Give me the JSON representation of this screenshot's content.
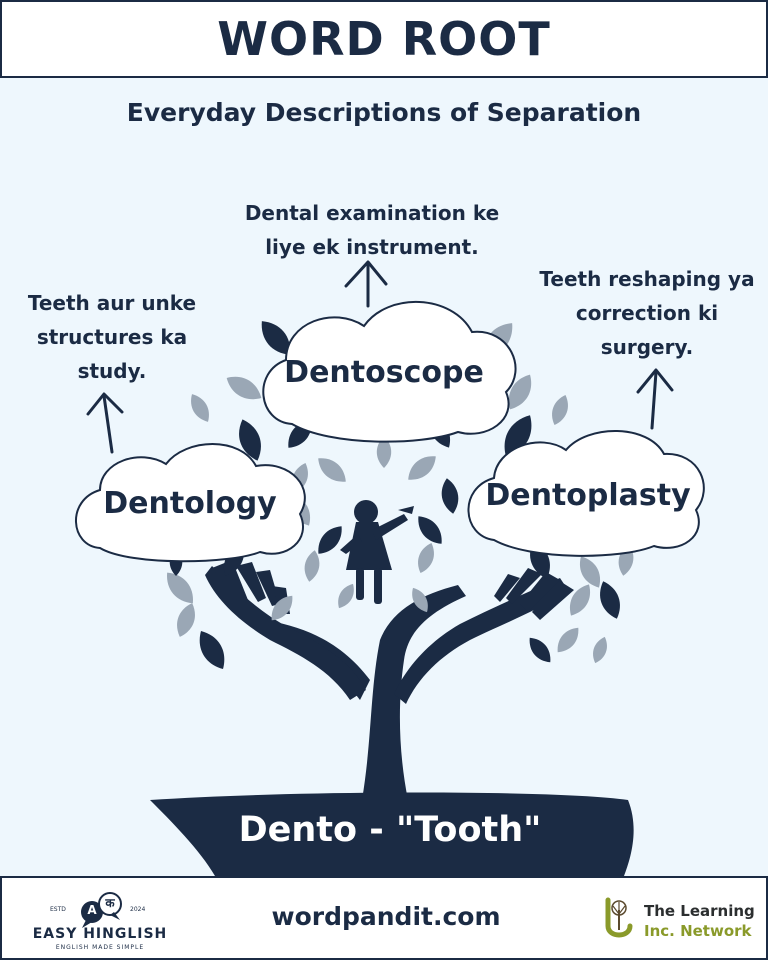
{
  "header": {
    "title": "WORD ROOT"
  },
  "subtitle": "Everyday Descriptions of Separation",
  "root": {
    "label": "Dento - \"Tooth\""
  },
  "words": [
    {
      "word": "Dentology",
      "description_lines": [
        "Teeth aur unke",
        "structures ka",
        "study."
      ]
    },
    {
      "word": "Dentoscope",
      "description_lines": [
        "Dental examination ke",
        "liye ek instrument."
      ]
    },
    {
      "word": "Dentoplasty",
      "description_lines": [
        "Teeth reshaping ya",
        "correction ki",
        "surgery."
      ]
    }
  ],
  "footer": {
    "website": "wordpandit.com",
    "left_logo": {
      "name": "EASY HINGLISH",
      "tagline": "ENGLISH MADE SIMPLE",
      "estd": "ESTD",
      "year": "2024",
      "glyphs": [
        "A",
        "क"
      ]
    },
    "right_logo": {
      "line1": "The Learning",
      "line2": "Inc. Network"
    }
  },
  "colors": {
    "navy": "#1b2b44",
    "background": "#eef7fd",
    "leaf_gray": "#9aa7b5",
    "olive": "#8a9a2a"
  }
}
